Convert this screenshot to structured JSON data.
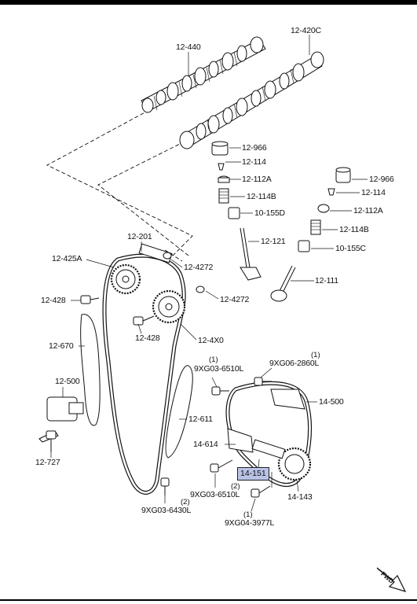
{
  "labels": {
    "p12_440": "12-440",
    "p12_420c": "12-420C",
    "p12_966a": "12-966",
    "p12_114a": "12-114",
    "p12_112a_a": "12-112A",
    "p12_114b_a": "12-114B",
    "p10_155d": "10-155D",
    "p12_121": "12-121",
    "p12_966b": "12-966",
    "p12_114b": "12-114",
    "p12_112a_b": "12-112A",
    "p12_114b_b": "12-114B",
    "p10_155c": "10-155C",
    "p12_111": "12-111",
    "p12_201": "12-201",
    "p12_425a": "12-425A",
    "p12_4272a": "12-4272",
    "p12_4272b": "12-4272",
    "p12_428a": "12-428",
    "p12_428b": "12-428",
    "p12_4x0": "12-4X0",
    "p12_670": "12-670",
    "p12_500": "12-500",
    "p12_727": "12-727",
    "p9xg03_6510a": "9XG03-6510L",
    "p9xg06_2860": "9XG06-2860L",
    "p14_500": "14-500",
    "p12_611": "12-611",
    "p14_614": "14-614",
    "p14_151": "14-151",
    "p9xg03_6510b": "9XG03-6510L",
    "p14_143": "14-143",
    "p9xg03_6430": "9XG03-6430L",
    "p9xg04_3977": "9XG04-3977L",
    "q1a": "(1)",
    "q1b": "(1)",
    "q2a": "(2)",
    "q2b": "(2)",
    "q1c": "(1)"
  },
  "fwd_text": "FWD",
  "colors": {
    "line": "#111111",
    "highlight": "#b9c3e6",
    "part_fill": "#ffffff",
    "shade": "#d9d9d9"
  }
}
